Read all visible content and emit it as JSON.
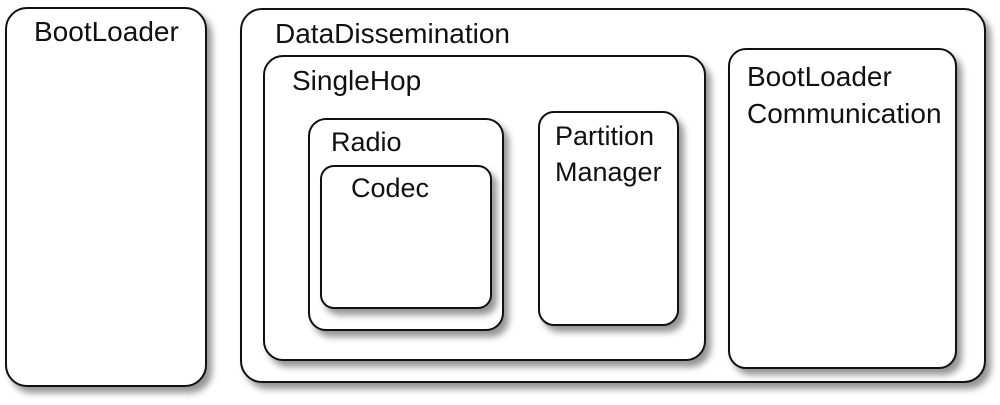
{
  "diagram": {
    "type": "nested-block-diagram",
    "background_color": "#ffffff",
    "stroke_color": "#111111",
    "text_color": "#111111",
    "nodes": [
      {
        "id": "bootloader",
        "label": "BootLoader",
        "parent": null
      },
      {
        "id": "datadissemination",
        "label": "DataDissemination",
        "parent": null
      },
      {
        "id": "singlehop",
        "label": "SingleHop",
        "parent": "datadissemination"
      },
      {
        "id": "radio",
        "label": "Radio",
        "parent": "singlehop"
      },
      {
        "id": "codec",
        "label": "Codec",
        "parent": "radio"
      },
      {
        "id": "partition-manager",
        "label": "Partition\nManager",
        "parent": "singlehop"
      },
      {
        "id": "bootloader-communication",
        "label": "BootLoader\nCommunication",
        "parent": "datadissemination"
      }
    ]
  }
}
